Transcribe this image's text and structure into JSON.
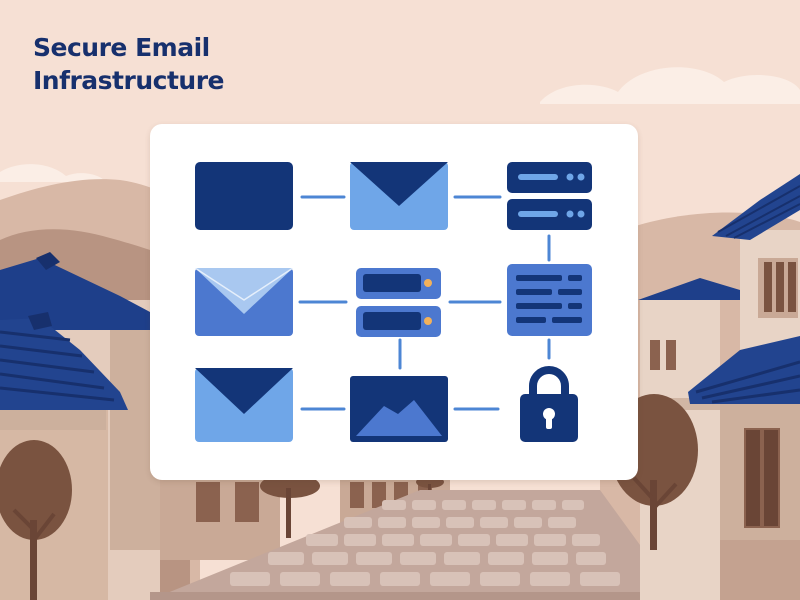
{
  "header": {
    "title_line1": "Secure Email",
    "title_line2": "Infrastructure"
  },
  "colors": {
    "navy": "#133578",
    "medium_blue": "#4c78cf",
    "light_blue": "#6fa6e8",
    "connector": "#4d86d4",
    "background": "#f6e0d4",
    "roof_blue": "#1e3f8a",
    "brown": "#7a5340"
  },
  "diagram": {
    "nodes": [
      {
        "id": "r1c1",
        "icon": "navy-panel-icon"
      },
      {
        "id": "r1c2",
        "icon": "envelope-icon"
      },
      {
        "id": "r1c3",
        "icon": "server-stack-icon"
      },
      {
        "id": "r2c1",
        "icon": "envelope-icon"
      },
      {
        "id": "r2c2",
        "icon": "server-stack-icon"
      },
      {
        "id": "r2c3",
        "icon": "document-list-icon"
      },
      {
        "id": "r3c1",
        "icon": "envelope-icon"
      },
      {
        "id": "r3c2",
        "icon": "image-icon"
      },
      {
        "id": "r3c3",
        "icon": "padlock-icon"
      }
    ]
  }
}
